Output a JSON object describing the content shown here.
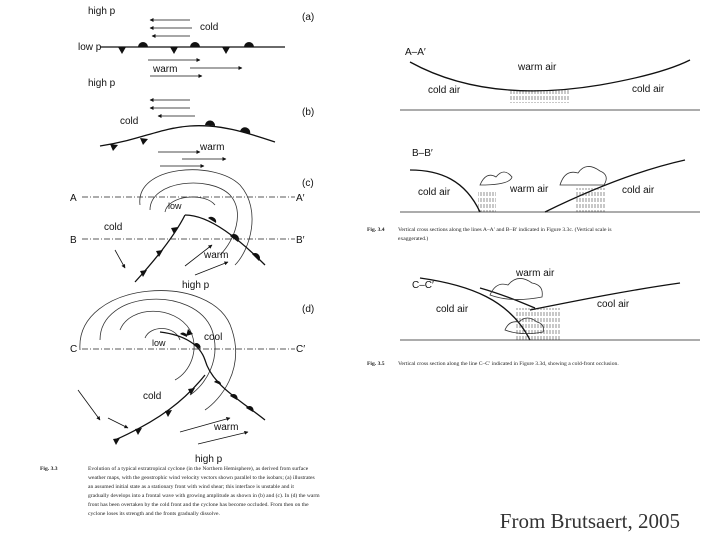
{
  "panels": {
    "a": {
      "tag": "(a)",
      "labels": {
        "high_top": "high p",
        "cold": "cold",
        "low": "low p",
        "warm": "warm",
        "high_bottom": "high p"
      }
    },
    "b": {
      "tag": "(b)",
      "labels": {
        "cold": "cold",
        "warm": "warm"
      }
    },
    "c": {
      "tag": "(c)",
      "labels": {
        "a": "A",
        "a_prime": "A′",
        "low": "low",
        "cold": "cold",
        "b": "B",
        "b_prime": "B′",
        "warm": "warm",
        "high": "high p"
      }
    },
    "d": {
      "tag": "(d)",
      "labels": {
        "low": "low",
        "cool": "cool",
        "c": "C",
        "c_prime": "C′",
        "cold": "cold",
        "warm": "warm",
        "high": "high p"
      }
    }
  },
  "sections": {
    "aa": {
      "title": "A–A′",
      "warm": "warm air",
      "cold_left": "cold air",
      "cold_right": "cold air"
    },
    "bb": {
      "title": "B–B′",
      "cold_left": "cold air",
      "warm": "warm air",
      "cold_right": "cold air"
    },
    "cc": {
      "title": "C–C′",
      "warm": "warm air",
      "cold": "cold air",
      "cool": "cool air"
    }
  },
  "captions": {
    "fig33": {
      "num": "Fig. 3.3",
      "lines": [
        "Evolution of a typical extratropical cyclone (in the Northern Hemisphere), as derived from surface",
        "weather maps, with the geostrophic wind velocity vectors shown parallel to the isobars; (a) illustrates",
        "an assumed initial state as a stationary front with wind shear; this interface is unstable and it",
        "gradually develops into a frontal wave with growing amplitude as shown in (b) and (c). In (d) the warm",
        "front has been overtaken by the cold front and the cyclone has become occluded. From then on the",
        "cyclone loses its strength and the fronts gradually dissolve."
      ]
    },
    "fig34": {
      "num": "Fig. 3.4",
      "lines": [
        "Vertical cross sections along the lines A–A′ and B–B′ indicated in Figure 3.3c. (Vertical scale is",
        "exaggerated.)"
      ]
    },
    "fig35": {
      "num": "Fig. 3.5",
      "lines": [
        "Vertical cross section along the line C–C′ indicated in Figure 3.3d, showing a cold-front occlusion."
      ]
    }
  },
  "credit": "From Brutsaert, 2005"
}
